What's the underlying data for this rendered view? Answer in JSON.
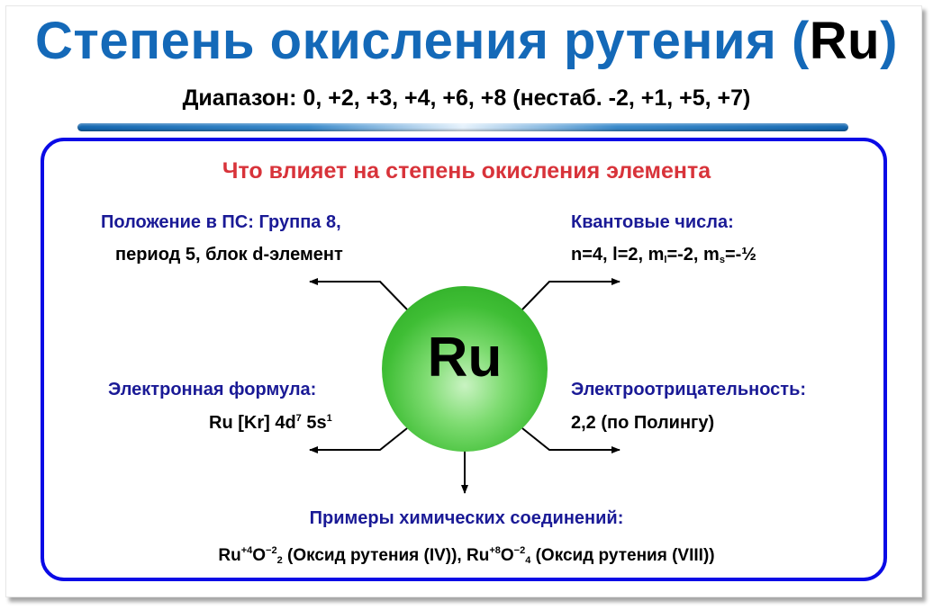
{
  "header": {
    "title_main": "Степень окисления рутения (",
    "title_symbol": "Ru",
    "title_close": ")",
    "subtitle": "Диапазон: 0, +2, +3, +4, +6, +8 (нестаб. -2, +1, +5, +7)"
  },
  "panel": {
    "heading": "Что влияет на степень окисления элемента",
    "center_symbol": "Ru",
    "center_color": "#3fbe35",
    "position": {
      "label": "Положение в ПС: Группа 8,",
      "value": "период 5, блок d-элемент"
    },
    "quantum": {
      "label": "Квантовые числа:",
      "value_prefix": "n=4, l=2, m",
      "ml_sub": "l",
      "ml_value": "=-2, m",
      "ms_sub": "s",
      "ms_value": "=-½"
    },
    "electron_formula": {
      "label": "Электронная формула:",
      "value_prefix": "Ru [Kr] 4d",
      "d_sup": "7",
      "middle": " 5s",
      "s_sup": "1"
    },
    "electronegativity": {
      "label": "Электроотрицательность:",
      "value": "2,2 (по Полингу)"
    },
    "examples": {
      "label": "Примеры химических соединений:",
      "c1_el": "Ru",
      "c1_ox": "+4",
      "c1_o": "O",
      "c1_o_ox": "−2",
      "c1_n": "2",
      "c1_name": " (Оксид рутения (IV)), ",
      "c2_el": "Ru",
      "c2_ox": "+8",
      "c2_o": "O",
      "c2_o_ox": "−2",
      "c2_n": "4",
      "c2_name": " (Оксид рутения (VIII))"
    }
  },
  "colors": {
    "title_blue": "#1469b8",
    "heading_red": "#d8333a",
    "label_navy": "#1a1a96",
    "panel_border": "#0a0ae6"
  }
}
